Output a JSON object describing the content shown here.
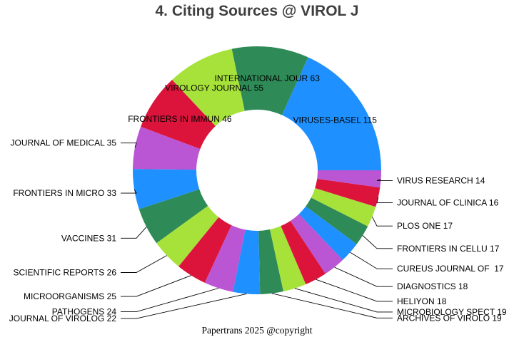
{
  "title": "4. Citing Sources @ VIROL J",
  "footer": "Papertrans 2025 @copyright",
  "chart_data": {
    "type": "pie",
    "subtype": "donut",
    "title": "4. Citing Sources @ VIROL J",
    "start_angle_deg": 0,
    "direction": "counterclockwise",
    "total": 630,
    "inner_radius_ratio": 0.49,
    "legend_position": "none",
    "series": [
      {
        "label": "VIRUSES-BASEL",
        "value": 115
      },
      {
        "label": "INTERNATIONAL JOUR",
        "value": 63
      },
      {
        "label": "VIROLOGY JOURNAL",
        "value": 55
      },
      {
        "label": "FRONTIERS IN IMMUN",
        "value": 46
      },
      {
        "label": "JOURNAL OF MEDICAL",
        "value": 35
      },
      {
        "label": "FRONTIERS IN MICRO",
        "value": 33
      },
      {
        "label": "VACCINES",
        "value": 31
      },
      {
        "label": "SCIENTIFIC REPORTS",
        "value": 26
      },
      {
        "label": "MICROORGANISMS",
        "value": 25
      },
      {
        "label": "PATHOGENS",
        "value": 24
      },
      {
        "label": "JOURNAL OF VIROLOG",
        "value": 22
      },
      {
        "label": "ARCHIVES OF VIROLO",
        "value": 19
      },
      {
        "label": "MICROBIOLOGY SPECT",
        "value": 19
      },
      {
        "label": "HELIYON",
        "value": 18
      },
      {
        "label": "DIAGNOSTICS",
        "value": 18
      },
      {
        "label": "CUREUS JOURNAL OF ",
        "value": 17
      },
      {
        "label": "FRONTIERS IN CELLU",
        "value": 17
      },
      {
        "label": "PLOS ONE",
        "value": 17
      },
      {
        "label": "JOURNAL OF CLINICA",
        "value": 16
      },
      {
        "label": "VIRUS RESEARCH",
        "value": 14
      }
    ],
    "palette": [
      "#1E90FF",
      "#2E8B57",
      "#A7E23B",
      "#DC143C",
      "#BA55D3"
    ],
    "colors": {
      "title": "#3F3F3F",
      "label": "#000000",
      "leader_line": "#000000",
      "background": "#FFFFFF"
    }
  }
}
